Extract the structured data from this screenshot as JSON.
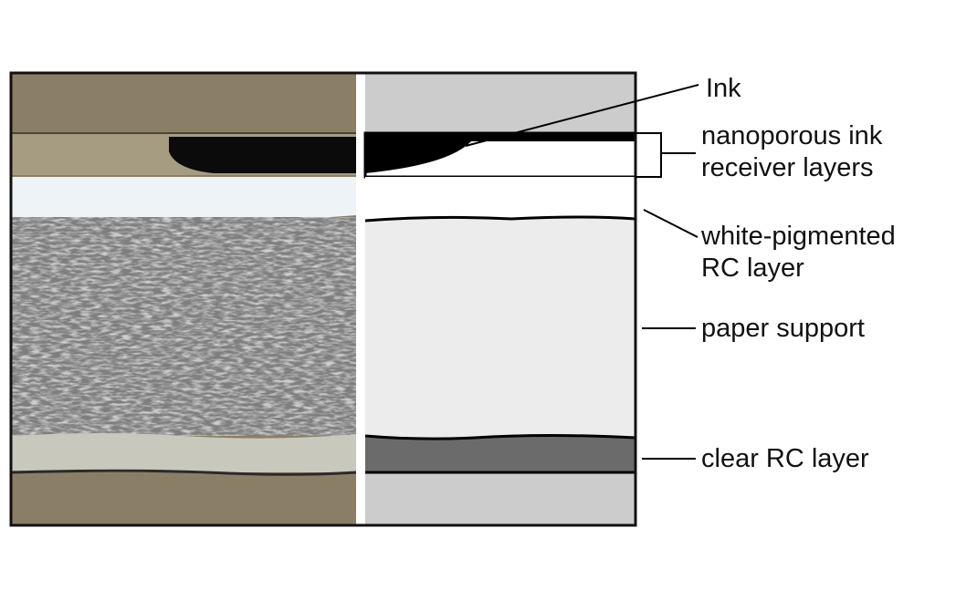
{
  "labels": {
    "ink": "Ink",
    "receiver_line1": "nanoporous ink",
    "receiver_line2": "receiver layers",
    "white_rc_line1": "white-pigmented",
    "white_rc_line2": "RC layer",
    "paper_support": "paper support",
    "clear_rc": "clear RC layer"
  },
  "colors": {
    "frame": "#111111",
    "photo_background": "#8a7f66",
    "photo_receiver": "#a69c82",
    "photo_ink": "#0b0b0b",
    "photo_white_rc": "#eef3f7",
    "photo_paper_fibers": "#9a9a9a",
    "photo_clear_rc": "#c8c8bc",
    "schematic_background": "#cccccc",
    "schematic_receiver": "#ffffff",
    "schematic_ink": "#000000",
    "schematic_white_rc": "#ffffff",
    "schematic_paper": "#ececec",
    "schematic_clear_rc": "#6b6b6b"
  }
}
